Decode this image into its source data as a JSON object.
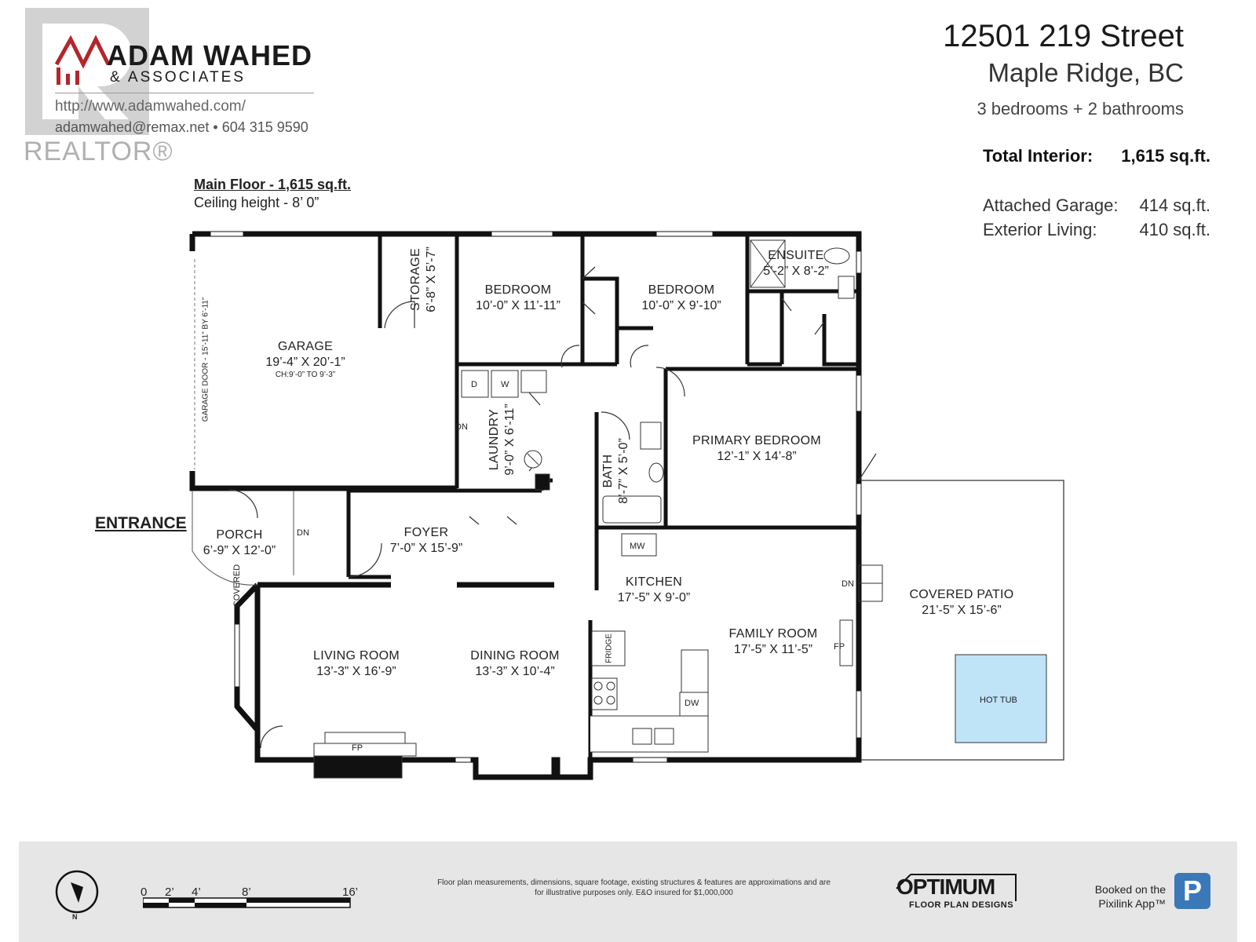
{
  "brand": {
    "name": "ADAM WAHED",
    "sub": "& ASSOCIATES",
    "url": "http://www.adamwahed.com/",
    "email": "adamwahed@remax.net",
    "phone": "604 315 9590",
    "realtor": "REALTOR®"
  },
  "property": {
    "address_line1": "12501 219 Street",
    "address_line2": "Maple Ridge, BC",
    "beds_baths": "3 bedrooms + 2 bathrooms"
  },
  "areas": {
    "total_label": "Total Interior:",
    "total_value": "1,615 sq.ft.",
    "garage_label": "Attached Garage:",
    "garage_value": "414 sq.ft.",
    "exterior_label": "Exterior Living:",
    "exterior_value": "410 sq.ft."
  },
  "floor": {
    "title": "Main Floor - 1,615 sq.ft.",
    "ceiling": "Ceiling height - 8’ 0”",
    "entrance": "ENTRANCE"
  },
  "rooms": {
    "garage": {
      "name": "GARAGE",
      "dims": "19’-4” X 20’-1”",
      "ceiling": "CH:9’-0” TO 9’-3”"
    },
    "garage_door": "GARAGE DOOR - 15’-11” BY 6’-11”",
    "storage": {
      "name": "STORAGE",
      "dims": "6’-8” X 5’-7”"
    },
    "bedroom1": {
      "name": "BEDROOM",
      "dims": "10’-0” X 11’-11”"
    },
    "bedroom2": {
      "name": "BEDROOM",
      "dims": "10’-0” X 9’-10”"
    },
    "ensuite": {
      "name": "ENSUITE",
      "dims": "5’-2” X 8’-2”"
    },
    "laundry": {
      "name": "LAUNDRY",
      "dims": "9’-0” X 6’-11”"
    },
    "bath": {
      "name": "BATH",
      "dims": "8’-7” X 5’-0”"
    },
    "primary": {
      "name": "PRIMARY BEDROOM",
      "dims": "12’-1” X 14’-8”"
    },
    "porch": {
      "name": "PORCH",
      "dims": "6’-9” X 12’-0”"
    },
    "porch_covered": "COVERED",
    "foyer": {
      "name": "FOYER",
      "dims": "7’-0” X 15’-9”"
    },
    "kitchen": {
      "name": "KITCHEN",
      "dims": "17’-5” X 9’-0”"
    },
    "living": {
      "name": "LIVING ROOM",
      "dims": "13’-3” X 16’-9”"
    },
    "dining": {
      "name": "DINING ROOM",
      "dims": "13’-3” X 10’-4”"
    },
    "family": {
      "name": "FAMILY ROOM",
      "dims": "17’-5” X 11’-5”"
    },
    "patio": {
      "name": "COVERED PATIO",
      "dims": "21’-5” X 15’-6”"
    },
    "hot_tub": "HOT TUB"
  },
  "fixtures": {
    "dryer": "D",
    "washer": "W",
    "down": "DN",
    "microwave": "MW",
    "fridge": "FRIDGE",
    "dishwasher": "DW",
    "fireplace": "FP"
  },
  "footer": {
    "scale": [
      "0",
      "2’",
      "4’",
      "8’",
      "16’"
    ],
    "compass_label": "N",
    "disclaimer": "Floor plan measurements, dimensions, square footage, existing structures & features are approximations and are for illustrative purposes only.  E&O insured for $1,000,000",
    "optimum": "OPTIMUM",
    "optimum_sub": "FLOOR PLAN DESIGNS",
    "booked": "Booked on the Pixilink App™",
    "pix_letter": "P"
  },
  "colors": {
    "wall": "#111111",
    "logo_red": "#b3262b",
    "logo_grey": "#cfcfcf",
    "hot_tub": "#bfe3f7",
    "footer_bg": "#e6e6e6",
    "pixilink_blue": "#3a78b8"
  }
}
